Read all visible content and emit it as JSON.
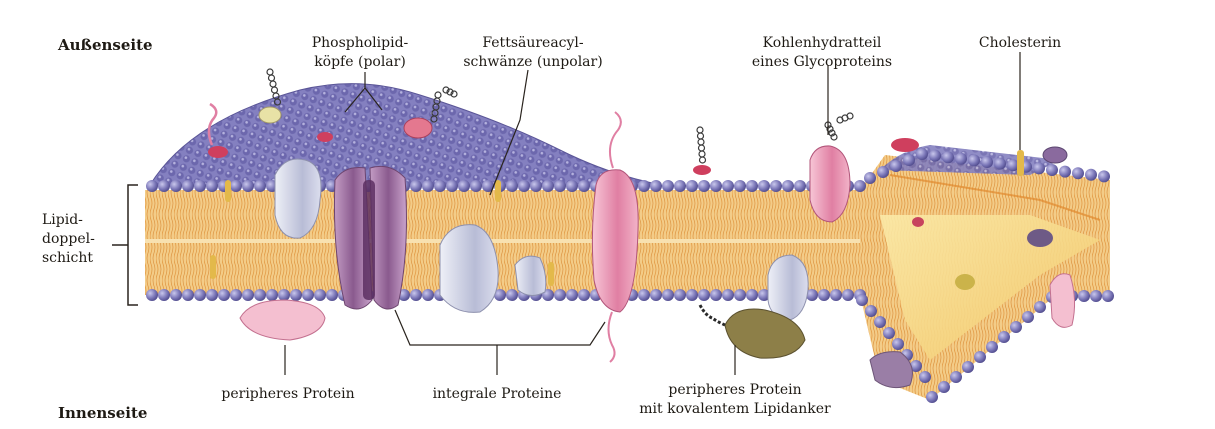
{
  "labels": {
    "outside": "Außenseite",
    "inside": "Innenseite",
    "phospholipid": [
      "Phospholipid-",
      "köpfe (polar)"
    ],
    "fatty_acid": [
      "Fettsäureacyl-",
      "schwänze (unpolar)"
    ],
    "carbohydrate": [
      "Kohlenhydratteil",
      "eines Glycoproteins"
    ],
    "cholesterol": "Cholesterin",
    "lipid_bilayer": [
      "Lipid-",
      "doppel-",
      "schicht"
    ],
    "peripheral_protein": "peripheres Protein",
    "integral_proteins": "integrale Proteine",
    "peripheral_anchor": [
      "peripheres Protein",
      "mit kovalentem Lipidanker"
    ]
  },
  "colors": {
    "head": "#7b77b8",
    "tail": "#f1c27a",
    "tail_line": "#e0892e",
    "integral_protein_purple": "#a3739e",
    "integral_protein_pink": "#e486a8",
    "peripheral_protein": "#f1b6c9",
    "lipid_anchor_protein": "#8b7d45",
    "cholesterol": "#e3b94a",
    "leader_line": "#2a241e"
  }
}
